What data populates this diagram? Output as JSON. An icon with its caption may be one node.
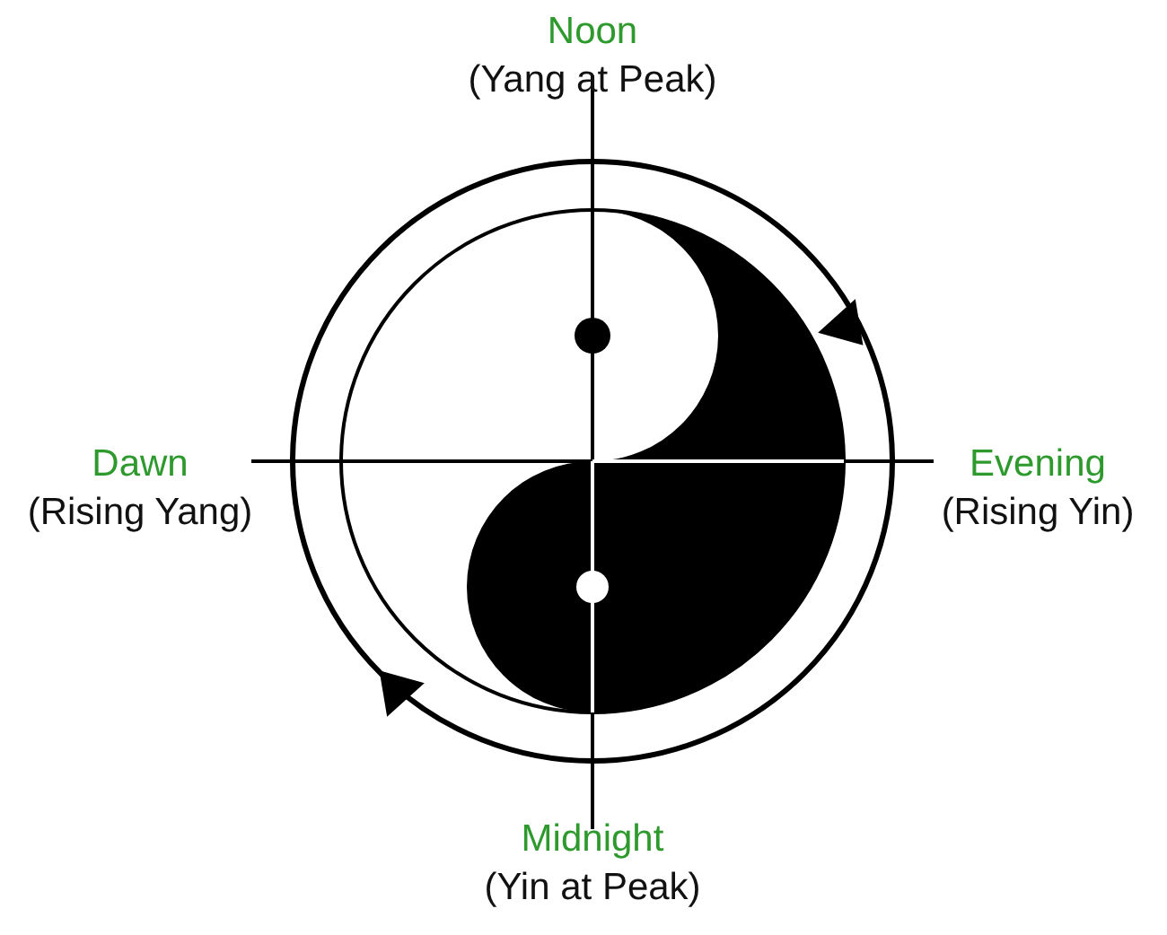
{
  "diagram": {
    "labels": [
      "Noon",
      "(Yang at Peak)",
      "Dawn",
      "(Rising Yang)",
      "Evening",
      "(Rising Yin)",
      "Midnight",
      "(Yin at Peak)"
    ]
  }
}
